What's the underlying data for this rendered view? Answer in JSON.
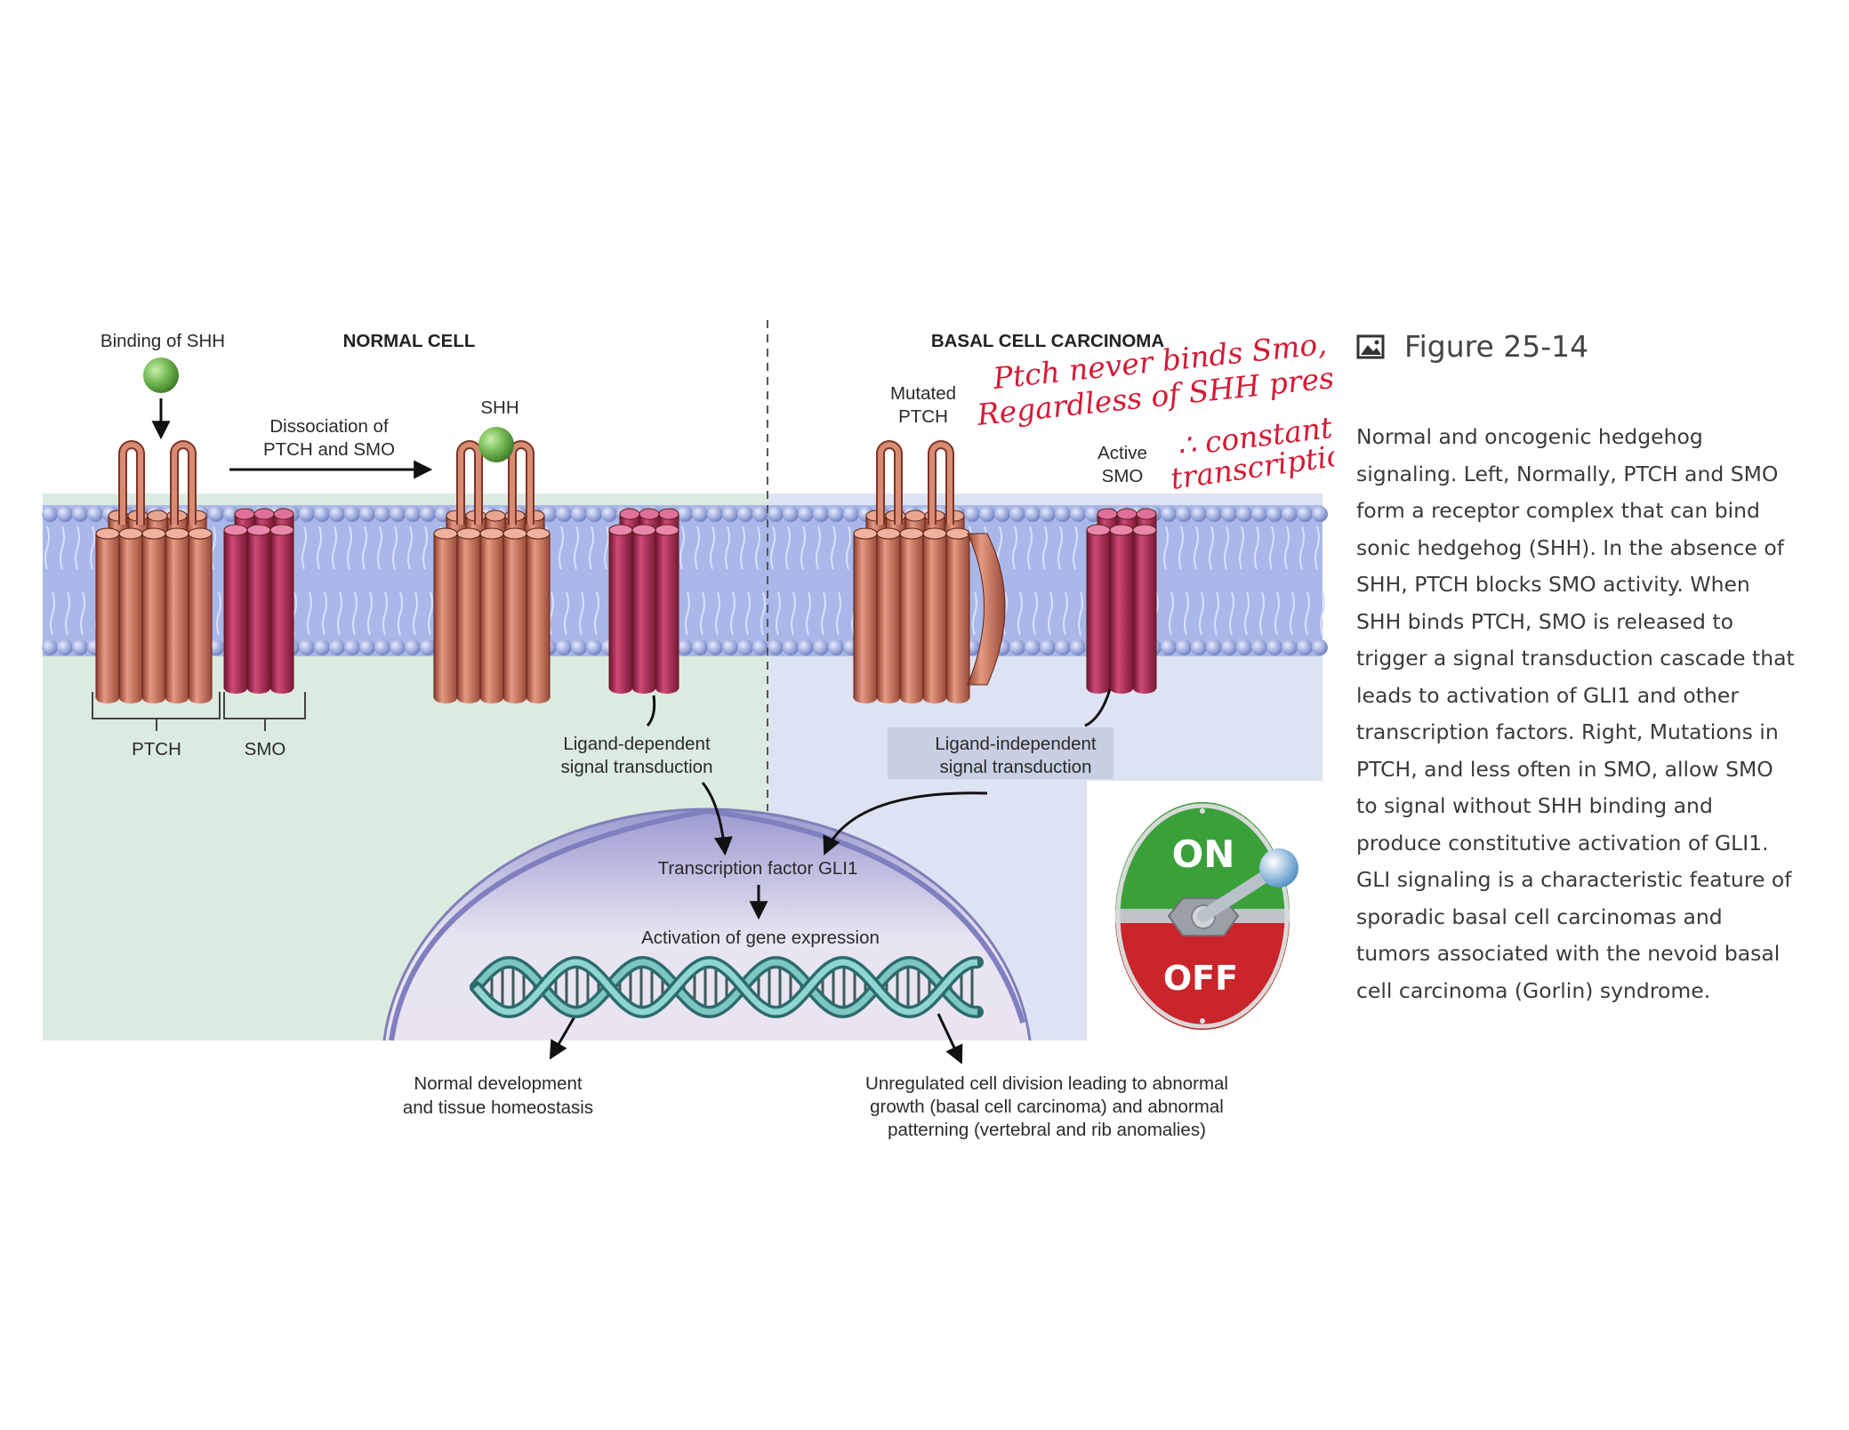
{
  "diagram": {
    "headers": {
      "normal_cell": "NORMAL CELL",
      "basal_cell_carcinoma": "BASAL CELL CARCINOMA"
    },
    "labels": {
      "binding_of_shh": "Binding of SHH",
      "dissociation_line1": "Dissociation of",
      "dissociation_line2": "PTCH and SMO",
      "shh": "SHH",
      "ptch": "PTCH",
      "smo": "SMO",
      "mutated_line1": "Mutated",
      "mutated_line2": "PTCH",
      "active_line1": "Active",
      "active_line2": "SMO",
      "ligand_dependent_line1": "Ligand-dependent",
      "ligand_dependent_line2": "signal transduction",
      "ligand_independent_line1": "Ligand-independent",
      "ligand_independent_line2": "signal transduction",
      "transcription_factor": "Transcription factor GLI1",
      "activation_gene": "Activation of gene expression",
      "normal_dev_line1": "Normal development",
      "normal_dev_line2": "and tissue homeostasis",
      "unregulated_line1": "Unregulated cell division leading to abnormal",
      "unregulated_line2": "growth (basal cell carcinoma) and abnormal",
      "unregulated_line3": "patterning (vertebral and rib anomalies)"
    },
    "switch": {
      "on": "ON",
      "off": "OFF"
    },
    "handwritten": [
      "Ptch never binds Smo,",
      "Regardless of SHH present",
      "∴ constant",
      "transcription!"
    ],
    "colors": {
      "normal_bg": "#dcebdf",
      "carcinoma_bg": "#dde3f2",
      "membrane": "#a9b8e8",
      "ptch": "#c8705b",
      "smo": "#a8284f",
      "shh": "#6fb550",
      "annotation": "#d41a35"
    }
  },
  "caption": {
    "icon": "image-icon",
    "figure_title": "Figure 25-14",
    "lines": [
      "Normal and oncogenic hedgehog",
      "signaling. Left, Normally, PTCH and SMO",
      "form a receptor complex that can bind",
      "sonic hedgehog (SHH). In the absence of",
      "SHH, PTCH blocks SMO activity. When",
      "SHH binds PTCH, SMO is released to",
      "trigger a signal transduction cascade that",
      "leads to activation of GLI1 and other",
      "transcription factors. Right, Mutations in",
      "PTCH, and less often in SMO, allow SMO",
      "to signal without SHH binding and",
      "produce constitutive activation of GLI1.",
      "GLI signaling is a characteristic feature of",
      "sporadic basal cell carcinomas and",
      "tumors associated with the nevoid basal",
      "cell carcinoma (Gorlin) syndrome."
    ]
  }
}
